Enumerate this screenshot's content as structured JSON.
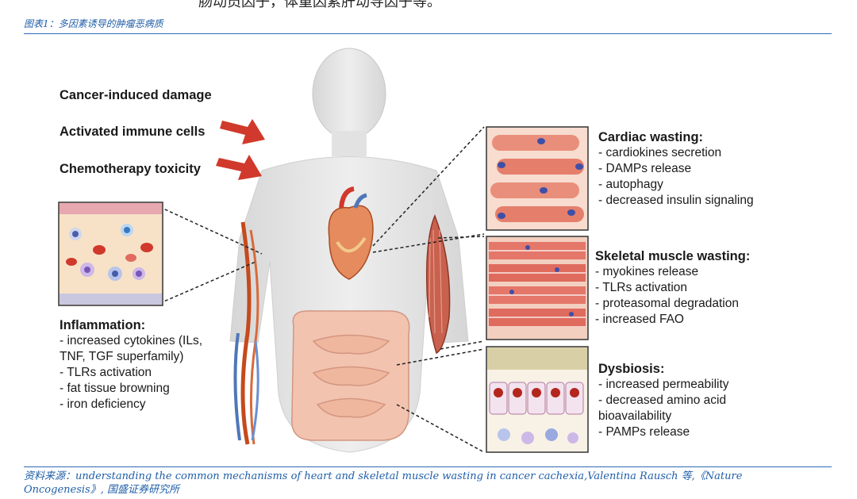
{
  "header": {
    "top_fragment": "肠动员因子，体重因素肝动导因子等。",
    "caption": "图表1：多因素诱导的肿瘤恶病质"
  },
  "figure": {
    "causes": [
      "Cancer-induced damage",
      "Activated immune cells",
      "Chemotherapy toxicity"
    ],
    "inflammation": {
      "title": "Inflammation:",
      "items": [
        "- increased cytokines (ILs,",
        "TNF, TGF superfamily)",
        "- TLRs activation",
        "- fat tissue browning",
        "- iron deficiency"
      ]
    },
    "cardiac": {
      "title": "Cardiac wasting:",
      "items": [
        "- cardiokines secretion",
        "- DAMPs release",
        "- autophagy",
        "- decreased insulin signaling"
      ]
    },
    "skeletal": {
      "title": "Skeletal muscle wasting:",
      "items": [
        "- myokines release",
        "- TLRs activation",
        "- proteasomal degradation",
        "- increased FAO"
      ]
    },
    "dysbiosis": {
      "title": "Dysbiosis:",
      "items": [
        "- increased permeability",
        "- decreased amino acid",
        "bioavailability",
        "- PAMPs release"
      ]
    }
  },
  "footer": {
    "source": "资料来源：understanding the common mechanisms of heart and skeletal muscle wasting in cancer cachexia,Valentina Rausch 等,《Nature Oncogenesis》, 国盛证券研究所"
  },
  "colors": {
    "caption_blue": "#1f5ea8",
    "rule_blue": "#2d6bb5",
    "arrow_red": "#d0392b",
    "body_gray": "#e6e6e6"
  }
}
